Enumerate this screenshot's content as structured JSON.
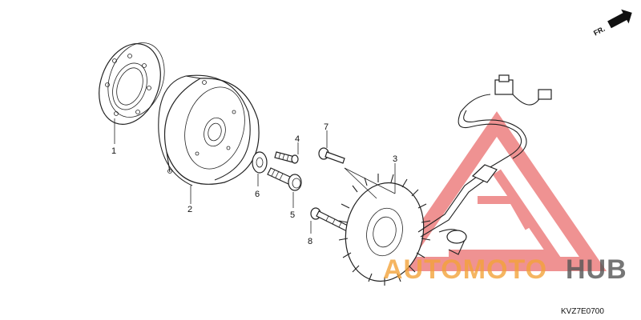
{
  "diagram": {
    "code": "KVZ7E0700",
    "direction_label": "FR.",
    "callouts": [
      "1",
      "2",
      "3",
      "4",
      "5",
      "6",
      "7",
      "8"
    ],
    "watermark": {
      "part_a": "AUTOMOTO",
      "part_b": "HUB",
      "accent_color": "#e23a3a",
      "orange": "#f3a33a"
    }
  }
}
